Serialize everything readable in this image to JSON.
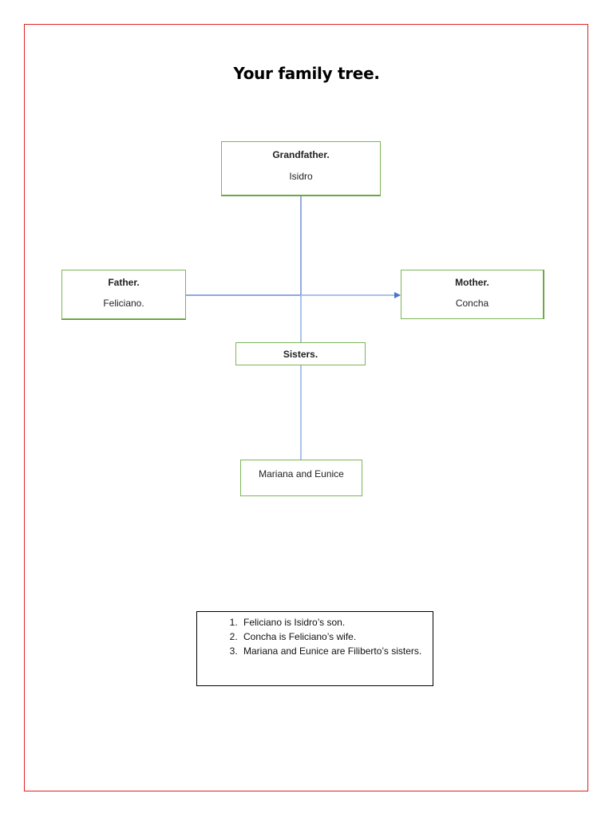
{
  "title": "Your family tree.",
  "nodes": {
    "grandfather": {
      "label": "Grandfather.",
      "name": "Isidro"
    },
    "father": {
      "label": "Father.",
      "name": "Feliciano."
    },
    "mother": {
      "label": "Mother.",
      "name": "Concha"
    },
    "sisters": {
      "label": "Sisters."
    },
    "children": {
      "name": "Mariana and Eunice"
    }
  },
  "notes": [
    "Feliciano is Isidro’s son.",
    "Concha is Feliciano’s wife.",
    "Mariana and Eunice are Filiberto’s sisters."
  ],
  "colors": {
    "frame": "#e02020",
    "node_border": "#7cb554",
    "connector": "#4a74c9",
    "connector_light": "#a9c3e8"
  }
}
